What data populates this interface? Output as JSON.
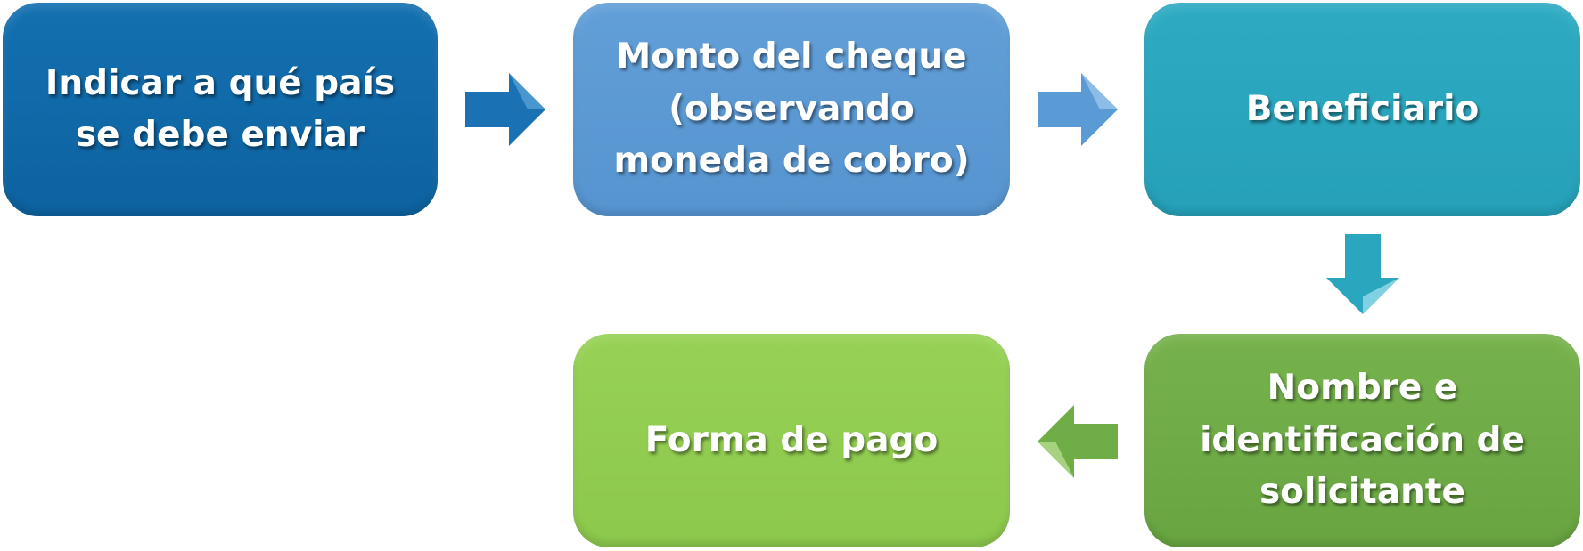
{
  "colors": {
    "box1": "#1068a8",
    "box2": "#5b9bd5",
    "box3": "#2aa6be",
    "box4": "#6fad47",
    "box5": "#92cf52",
    "arrow1": "#1a72b4",
    "arrow2": "#5b9bd5",
    "arrow3": "#2aa6be",
    "arrow4": "#6fad47"
  },
  "steps": [
    {
      "label": "Indicar a qué país\nse debe enviar"
    },
    {
      "label": "Monto del cheque\n(observando\nmoneda de cobro)"
    },
    {
      "label": "Beneficiario"
    },
    {
      "label": "Nombre e\nidentificación de\nsolicitante"
    },
    {
      "label": "Forma de pago"
    }
  ]
}
